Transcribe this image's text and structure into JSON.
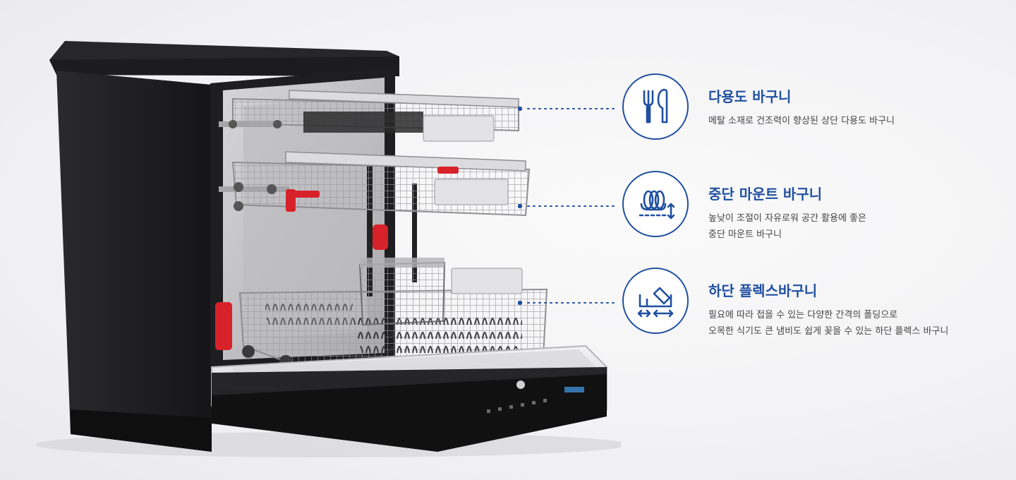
{
  "colors": {
    "accent": "#1f4fa0",
    "appliance_body": "#1a1a1c",
    "interior": "#c9c9cc",
    "handle": "#d8222a"
  },
  "features": [
    {
      "icon": "cutlery-icon",
      "title": "다용도 바구니",
      "desc_lines": [
        "메탈 소재로 건조력이 향상된 상단 다용도 바구니"
      ]
    },
    {
      "icon": "plates-height-icon",
      "title": "중단 마운트 바구니",
      "desc_lines": [
        "높낮이 조절이 자유로워 공간 활용에 좋은",
        "중단 마운트 바구니"
      ]
    },
    {
      "icon": "folding-rack-icon",
      "title": "하단 플렉스바구니",
      "desc_lines": [
        "필요에 따라 접을 수 있는 다양한 간격의 폴딩으로",
        "오목한 식기도 큰 냄비도 쉽게 꽂을 수 있는 하단 플렉스 바구니"
      ]
    }
  ]
}
